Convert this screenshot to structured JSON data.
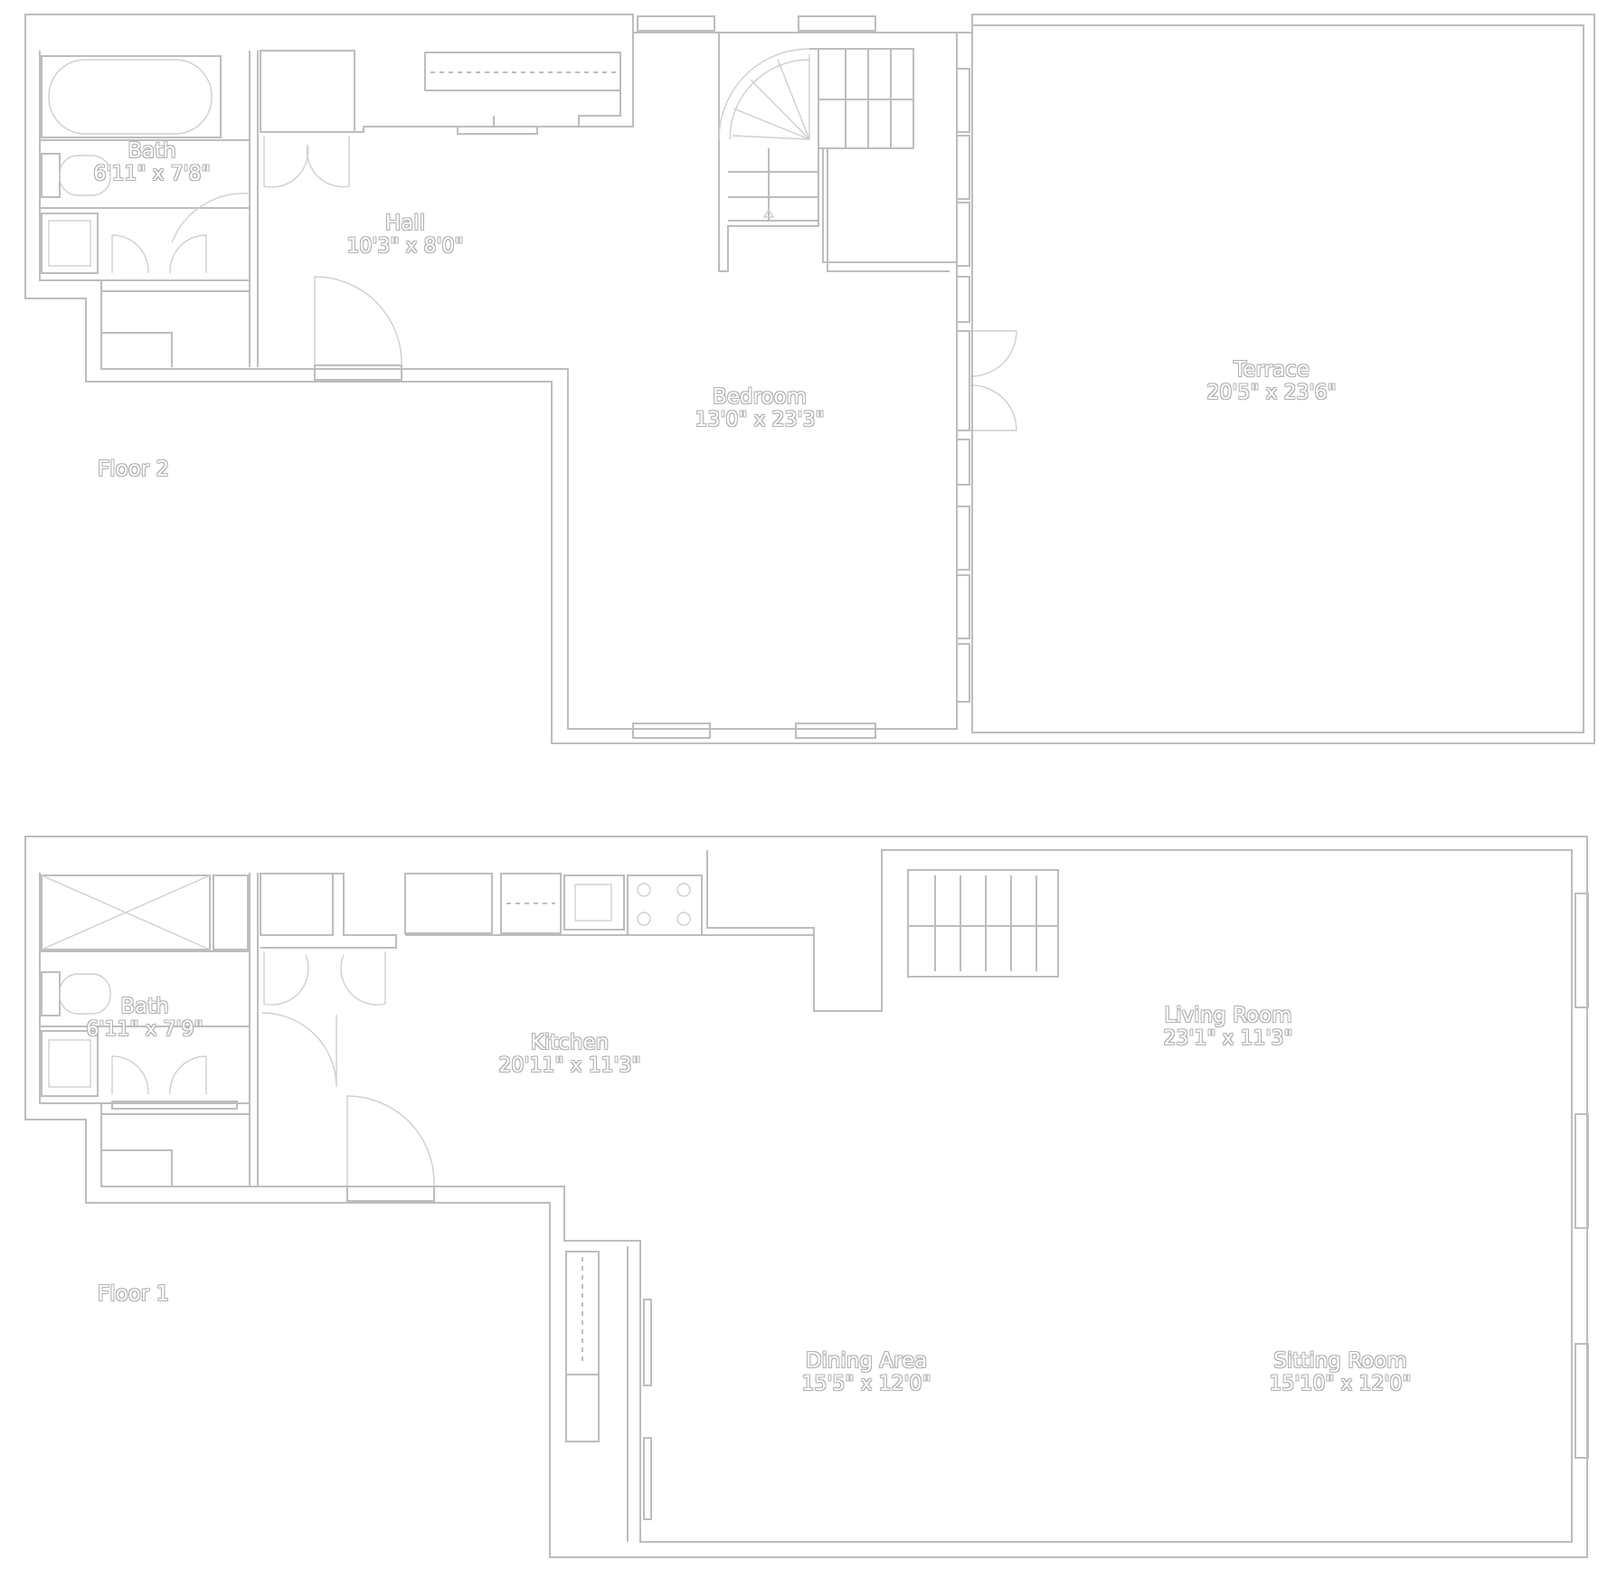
{
  "floor2": {
    "label": "Floor 2",
    "rooms": [
      {
        "id": "bath2",
        "name": "Bath",
        "dims": "6'11\" x 7'8\""
      },
      {
        "id": "hall",
        "name": "Hall",
        "dims": "10'3\" x 8'0\""
      },
      {
        "id": "bedroom",
        "name": "Bedroom",
        "dims": "13'0\" x 23'3\""
      },
      {
        "id": "terrace",
        "name": "Terrace",
        "dims": "20'5\" x 23'6\""
      }
    ]
  },
  "floor1": {
    "label": "Floor 1",
    "rooms": [
      {
        "id": "bath1",
        "name": "Bath",
        "dims": "6'11\" x 7'9\""
      },
      {
        "id": "kitchen",
        "name": "Kitchen",
        "dims": "20'11\" x 11'3\""
      },
      {
        "id": "living",
        "name": "Living Room",
        "dims": "23'1\" x 11'3\""
      },
      {
        "id": "dining",
        "name": "Dining Area",
        "dims": "15'5\" x 12'0\""
      },
      {
        "id": "sitting",
        "name": "Sitting Room",
        "dims": "15'10\" x 12'0\""
      }
    ]
  }
}
